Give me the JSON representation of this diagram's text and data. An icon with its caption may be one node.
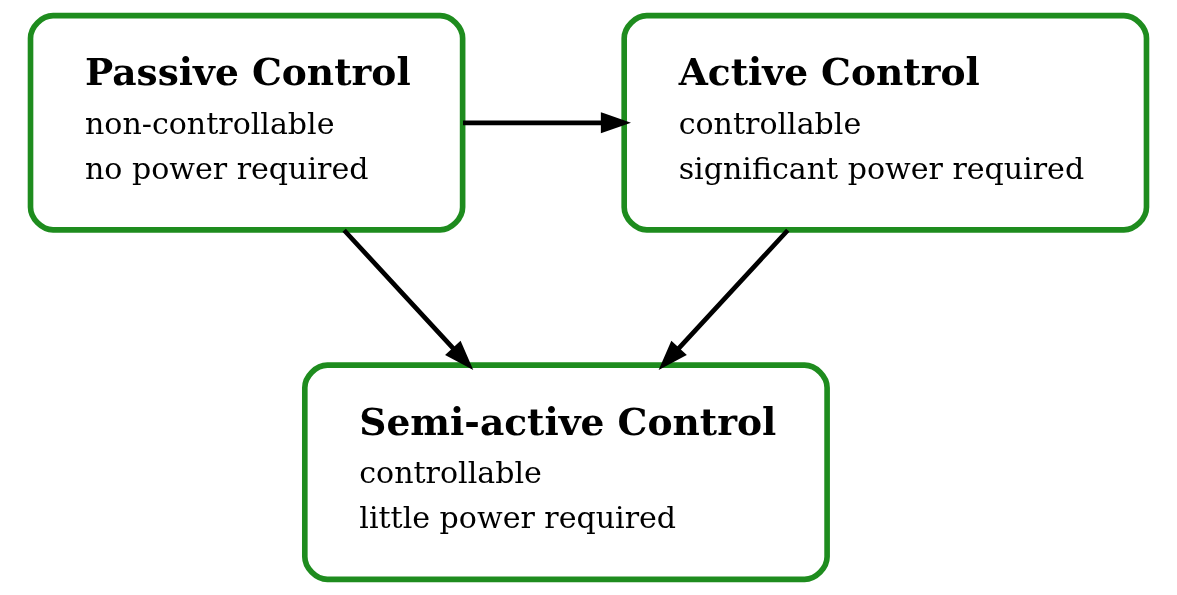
{
  "diagram": {
    "nodes": [
      {
        "text": [
          "Passive Control",
          "non-controllable",
          "no power required"
        ]
      },
      {
        "text": [
          "Active Control",
          "controllable",
          "significant power required"
        ]
      },
      {
        "text": [
          "Semi-active Control",
          "controllable",
          "little power required"
        ]
      }
    ],
    "edges": [
      {
        "from": 0,
        "to": 1,
        "arrow": "to"
      },
      {
        "from": 0,
        "to": 2,
        "arrow": "to"
      },
      {
        "from": 1,
        "to": 2,
        "arrow": "to"
      }
    ]
  }
}
